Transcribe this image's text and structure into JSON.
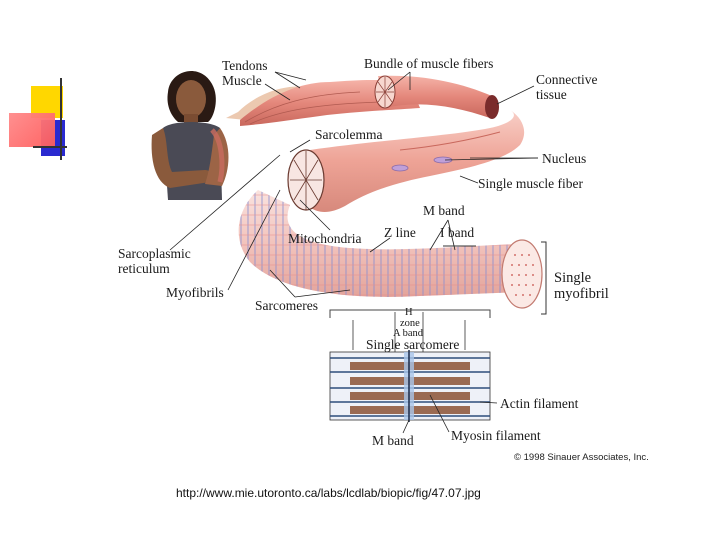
{
  "labels": {
    "tendons": "Tendons",
    "muscle": "Muscle",
    "bundle": "Bundle of muscle fibers",
    "connective1": "Connective",
    "connective2": "tissue",
    "sarcolemma": "Sarcolemma",
    "nucleus": "Nucleus",
    "single_fiber": "Single muscle fiber",
    "m_band_top": "M band",
    "z_line": "Z line",
    "i_band": "I band",
    "mitochondria": "Mitochondria",
    "sr1": "Sarcoplasmic",
    "sr2": "reticulum",
    "myofibrils": "Myofibrils",
    "sarcomeres": "Sarcomeres",
    "single_myofibril1": "Single",
    "single_myofibril2": "myofibril",
    "h_zone1": "H",
    "h_zone2": "zone",
    "a_band": "A band",
    "single_sarcomere": "Single sarcomere",
    "actin": "Actin filament",
    "myosin": "Myosin filament",
    "m_band_bottom": "M band"
  },
  "copyright": "© 1998 Sinauer Associates, Inc.",
  "source_url": "http://www.mie.utoronto.ca/labs/lcdlab/biopic/fig/47.07.jpg",
  "colors": {
    "deco_yellow": "#ffd700",
    "deco_red": "#ff6b6b",
    "deco_blue": "#2222cc",
    "muscle_pink": "#e8897f",
    "fiber_light": "#f2b8b0",
    "skin": "#8a5a3c"
  }
}
